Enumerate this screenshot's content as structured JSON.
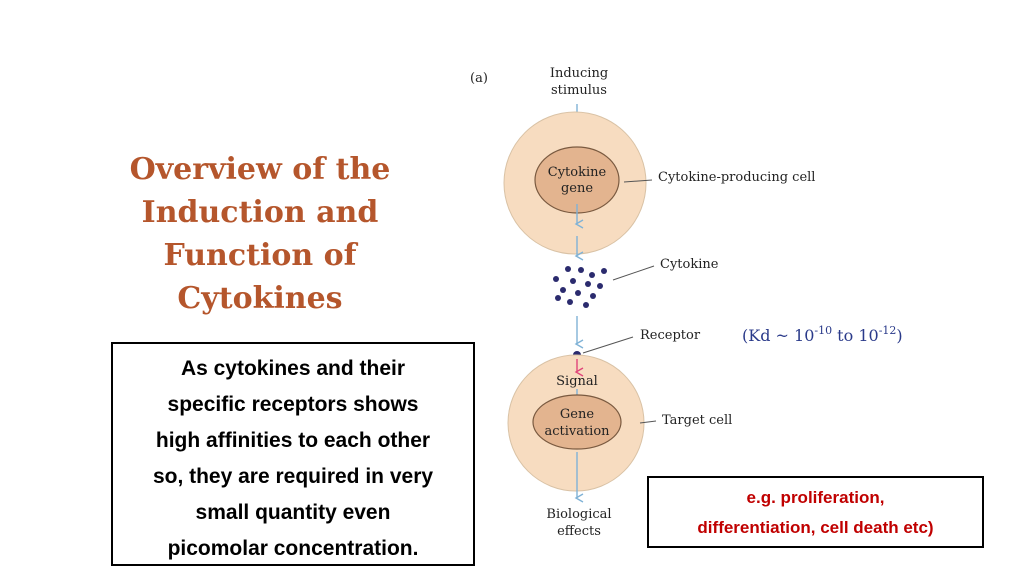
{
  "title_lines": [
    "Overview of the",
    "Induction and",
    "Function of",
    "Cytokines"
  ],
  "explanation_lines": [
    "As cytokines and their",
    "specific receptors shows",
    "high affinities to each other",
    "so, they are required in very",
    "small quantity even",
    "picomolar concentration."
  ],
  "example_lines": [
    "e.g. proliferation,",
    "differentiation, cell death etc)"
  ],
  "diagram": {
    "panel_label": "(a)",
    "stimulus_lines": [
      "Inducing",
      "stimulus"
    ],
    "producing_nucleus_lines": [
      "Cytokine",
      "gene"
    ],
    "producing_cell_label": "Cytokine-producing cell",
    "cytokine_label": "Cytokine",
    "receptor_label": "Receptor",
    "kd_base": "(Kd ~ 10",
    "kd_exp1": "-10",
    "kd_mid": " to 10",
    "kd_exp2": "-12",
    "kd_close": ")",
    "signal_label": "Signal",
    "target_nucleus_lines": [
      "Gene",
      "activation"
    ],
    "target_cell_label": "Target cell",
    "effects_lines": [
      "Biological",
      "effects"
    ]
  },
  "colors": {
    "title": "#b5562c",
    "example_text": "#c00000",
    "cell_outer": "#f7dcc0",
    "nucleus": "#e3b48f",
    "arrow": "#7fb2d6",
    "dots": "#2b2b6e",
    "signal_arrow": "#e0457a"
  }
}
